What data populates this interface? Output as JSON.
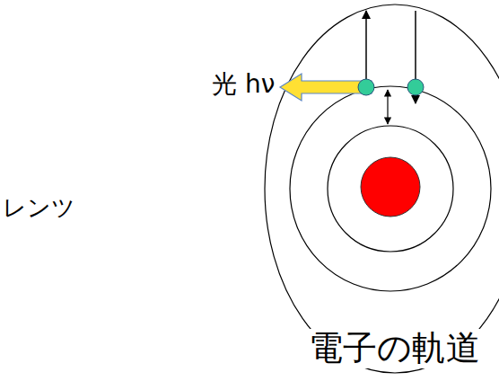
{
  "diagram": {
    "labels": [
      "光 hν",
      "レンツ",
      "電子の軌道"
    ]
  }
}
